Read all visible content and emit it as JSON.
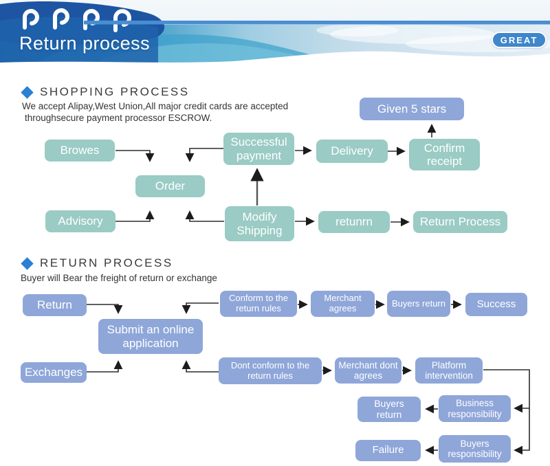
{
  "banner": {
    "title": "Return process",
    "badge": "GREAT"
  },
  "colors": {
    "teal_node": "#9acbc4",
    "blue_node": "#8fa6d9",
    "diamond": "#2b7fd4",
    "banner_bar": "#4a8ed2",
    "badge_bg": "#3f86cb",
    "arrow": "#2b2b2b"
  },
  "shopping": {
    "heading": "SHOPPING PROCESS",
    "desc": [
      "We accept Alipay,West Union,All major credit cards are accepted",
      "throughsecure payment processor ESCROW."
    ],
    "nodes": {
      "browes": "Browes",
      "successful_payment": "Successful payment",
      "delivery": "Delivery",
      "confirm_receipt": "Confirm receipt",
      "given_5_stars": "Given 5 stars",
      "order": "Order",
      "advisory": "Advisory",
      "modify_shipping": "Modify Shipping",
      "retunrn": "retunrn",
      "return_process": "Return Process"
    }
  },
  "return": {
    "heading": "RETURN PROCESS",
    "desc": "Buyer will Bear the freight of return or exchange",
    "nodes": {
      "return": "Return",
      "conform": "Conform to the return rules",
      "merchant_agrees": "Merchant agrees",
      "buyers_return_1": "Buyers return",
      "success": "Success",
      "submit": "Submit an online application",
      "exchanges": "Exchanges",
      "dont_conform": "Dont conform to the return rules",
      "merchant_dont_agrees": "Merchant dont agrees",
      "platform_intervention": "Platform intervention",
      "buyers_return_2": "Buyers return",
      "business_responsibility": "Business responsibility",
      "failure": "Failure",
      "buyers_responsibility": "Buyers responsibility"
    }
  }
}
